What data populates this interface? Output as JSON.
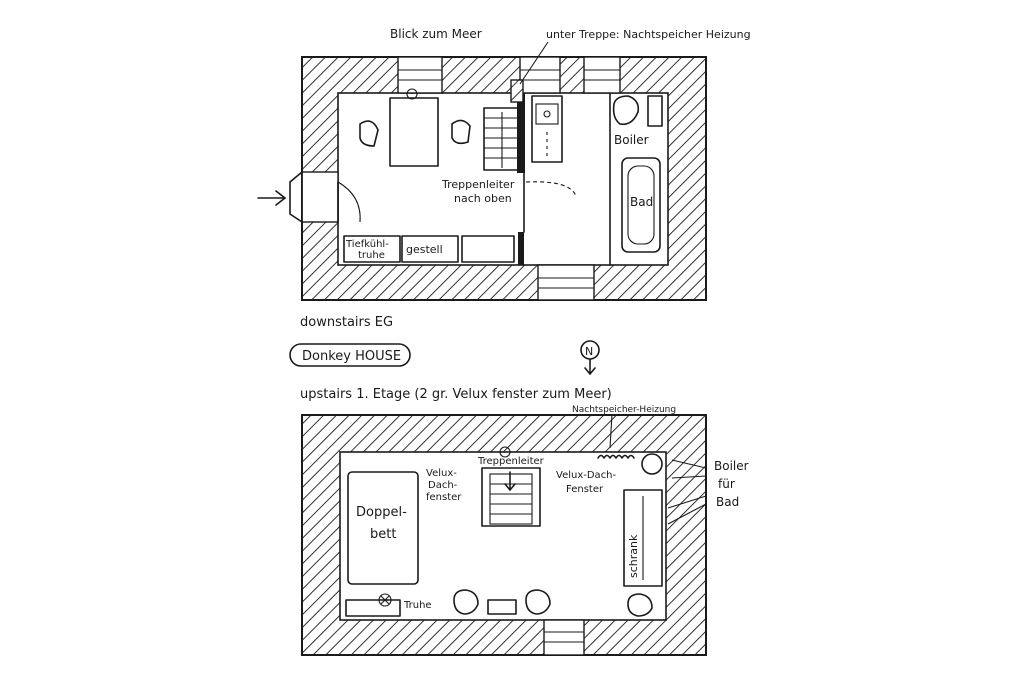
{
  "downstairs": {
    "label_view": "Blick zum Meer",
    "label_stairs_heating": "unter Treppe: Nachtspeicher Heizung",
    "label_boiler": "Boiler",
    "label_bath": "Bad",
    "label_ladder_line1": "Treppenleiter",
    "label_ladder_line2": "nach oben",
    "label_freezer_line1": "Tiefkühl-",
    "label_freezer_line2": "truhe",
    "label_shelf": "gestell"
  },
  "captions": {
    "downstairs": "downstairs EG",
    "house_name": "Donkey HOUSE",
    "north": "N",
    "upstairs": "upstairs   1. Etage  (2 gr. Velux fenster zum Meer)"
  },
  "upstairs": {
    "label_heater": "Nachtspeicher-Heizung",
    "label_ladder": "Treppenleiter",
    "label_velux_left_1": "Velux-",
    "label_velux_left_2": "Dach-",
    "label_velux_left_3": "fenster",
    "label_velux_right_1": "Velux-Dach-",
    "label_velux_right_2": "Fenster",
    "label_boiler_1": "Boiler",
    "label_boiler_2": "für",
    "label_boiler_3": "Bad",
    "label_bed_1": "Doppel-",
    "label_bed_2": "bett",
    "label_wardrobe": "schrank",
    "label_chest": "Truhe"
  }
}
